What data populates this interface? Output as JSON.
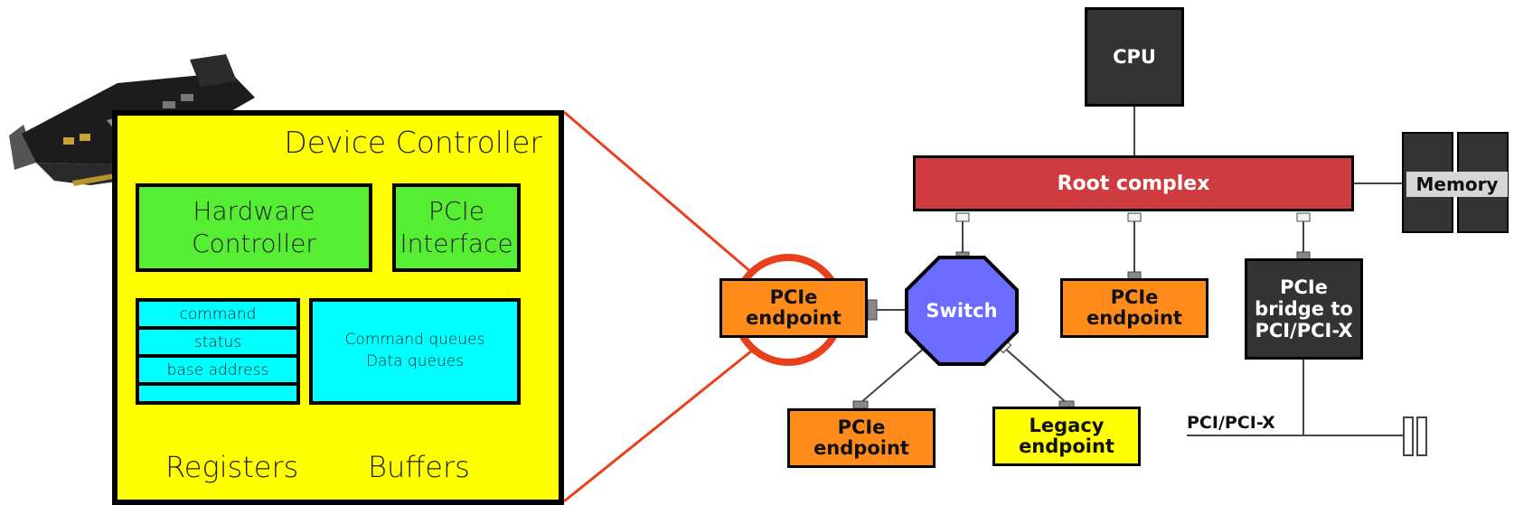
{
  "device_controller": {
    "title": "Device Controller",
    "hardware_controller": "Hardware Controller",
    "pcie_interface": "PCIe Interface",
    "registers": [
      "command",
      "status",
      "base address",
      "…"
    ],
    "buffers": [
      "Command queues",
      "Data queues"
    ],
    "registers_label": "Registers",
    "buffers_label": "Buffers"
  },
  "topology": {
    "cpu": "CPU",
    "root_complex": "Root complex",
    "memory": "Memory",
    "switch": "Switch",
    "endpoint_left": "PCIe endpoint",
    "endpoint_mid": "PCIe endpoint",
    "endpoint_bottom": "PCIe endpoint",
    "legacy_endpoint": "Legacy endpoint",
    "bridge": "PCIe bridge to PCI/PCI-X",
    "pci_bus": "PCI/PCI-X"
  },
  "colors": {
    "yellow": "#ffff00",
    "green": "#55ee33",
    "cyan": "#00ffff",
    "root_complex": "#cf3c40",
    "endpoint": "#ff8c1a",
    "switch": "#6b6bff",
    "dark_box": "#333333",
    "highlight": "#e8401c"
  }
}
